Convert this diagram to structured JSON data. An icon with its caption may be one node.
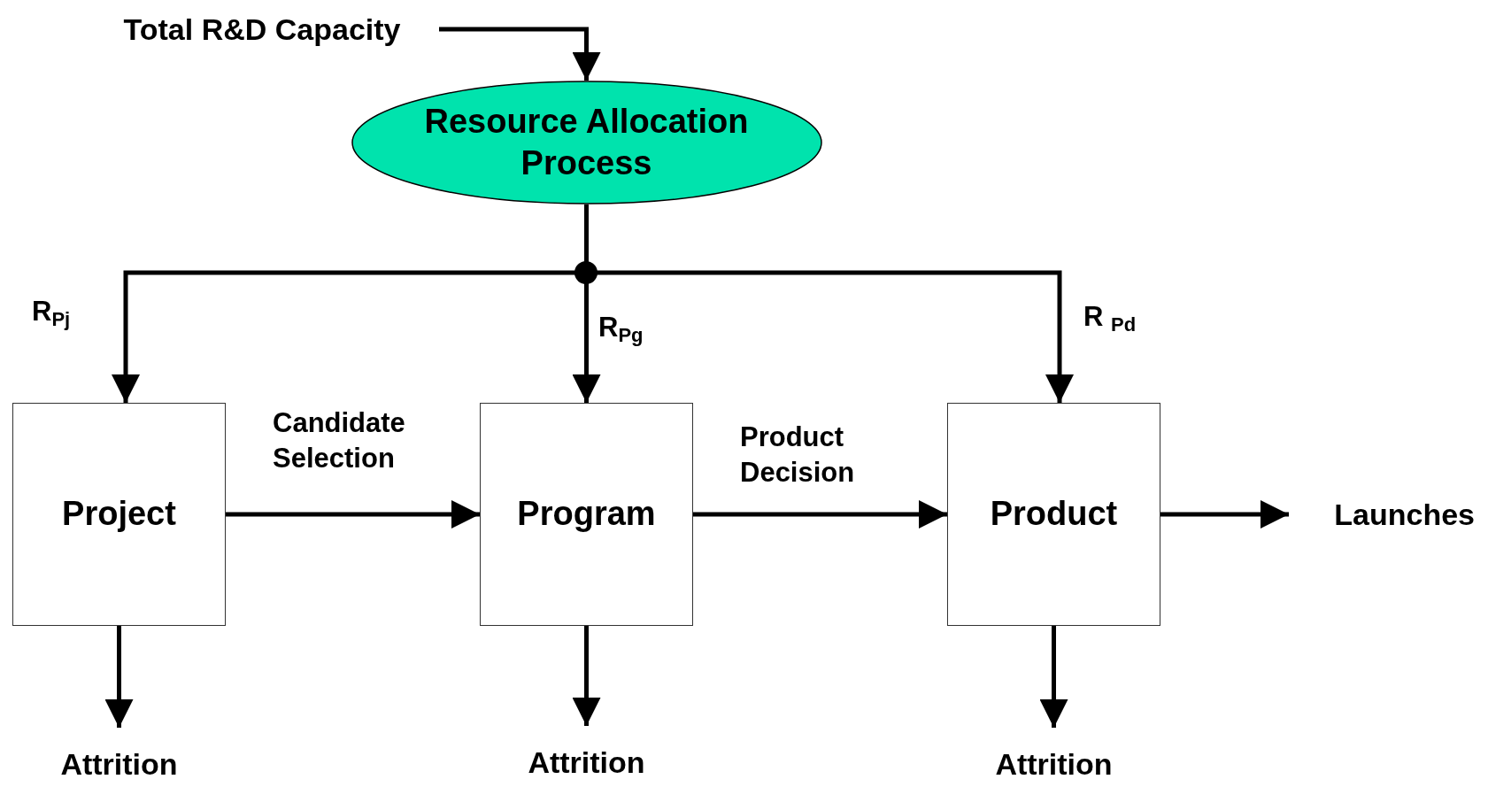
{
  "diagram": {
    "nodes": [
      {
        "text": [
          "Total R&D Capacity"
        ]
      },
      {
        "text": [
          "Resource Allocation Process"
        ]
      },
      {
        "text": [
          "Project"
        ]
      },
      {
        "text": [
          "Program"
        ]
      },
      {
        "text": [
          "Product"
        ]
      },
      {
        "text": [
          "Launches"
        ]
      },
      {
        "text": [
          "Attrition"
        ]
      },
      {
        "text": [
          "Attrition"
        ]
      },
      {
        "text": [
          "Attrition"
        ]
      }
    ],
    "edges": [
      {
        "from": 0,
        "to": 1,
        "arrow": "to"
      },
      {
        "from": 1,
        "to": 2,
        "arrow": "to",
        "label": "R$_{Pj}$"
      },
      {
        "from": 1,
        "to": 3,
        "arrow": "to",
        "label": "R$_{Pg}$"
      },
      {
        "from": 1,
        "to": 4,
        "arrow": "to",
        "label": "R $_{Pd}$"
      },
      {
        "from": 2,
        "to": 3,
        "arrow": "to",
        "label": "Candidate Selection"
      },
      {
        "from": 3,
        "to": 4,
        "arrow": "to",
        "label": "Product Decision"
      },
      {
        "from": 4,
        "to": 5,
        "arrow": "to"
      },
      {
        "from": 2,
        "to": 6,
        "arrow": "to"
      },
      {
        "from": 3,
        "to": 7,
        "arrow": "to"
      },
      {
        "from": 4,
        "to": 8,
        "arrow": "to"
      }
    ]
  }
}
